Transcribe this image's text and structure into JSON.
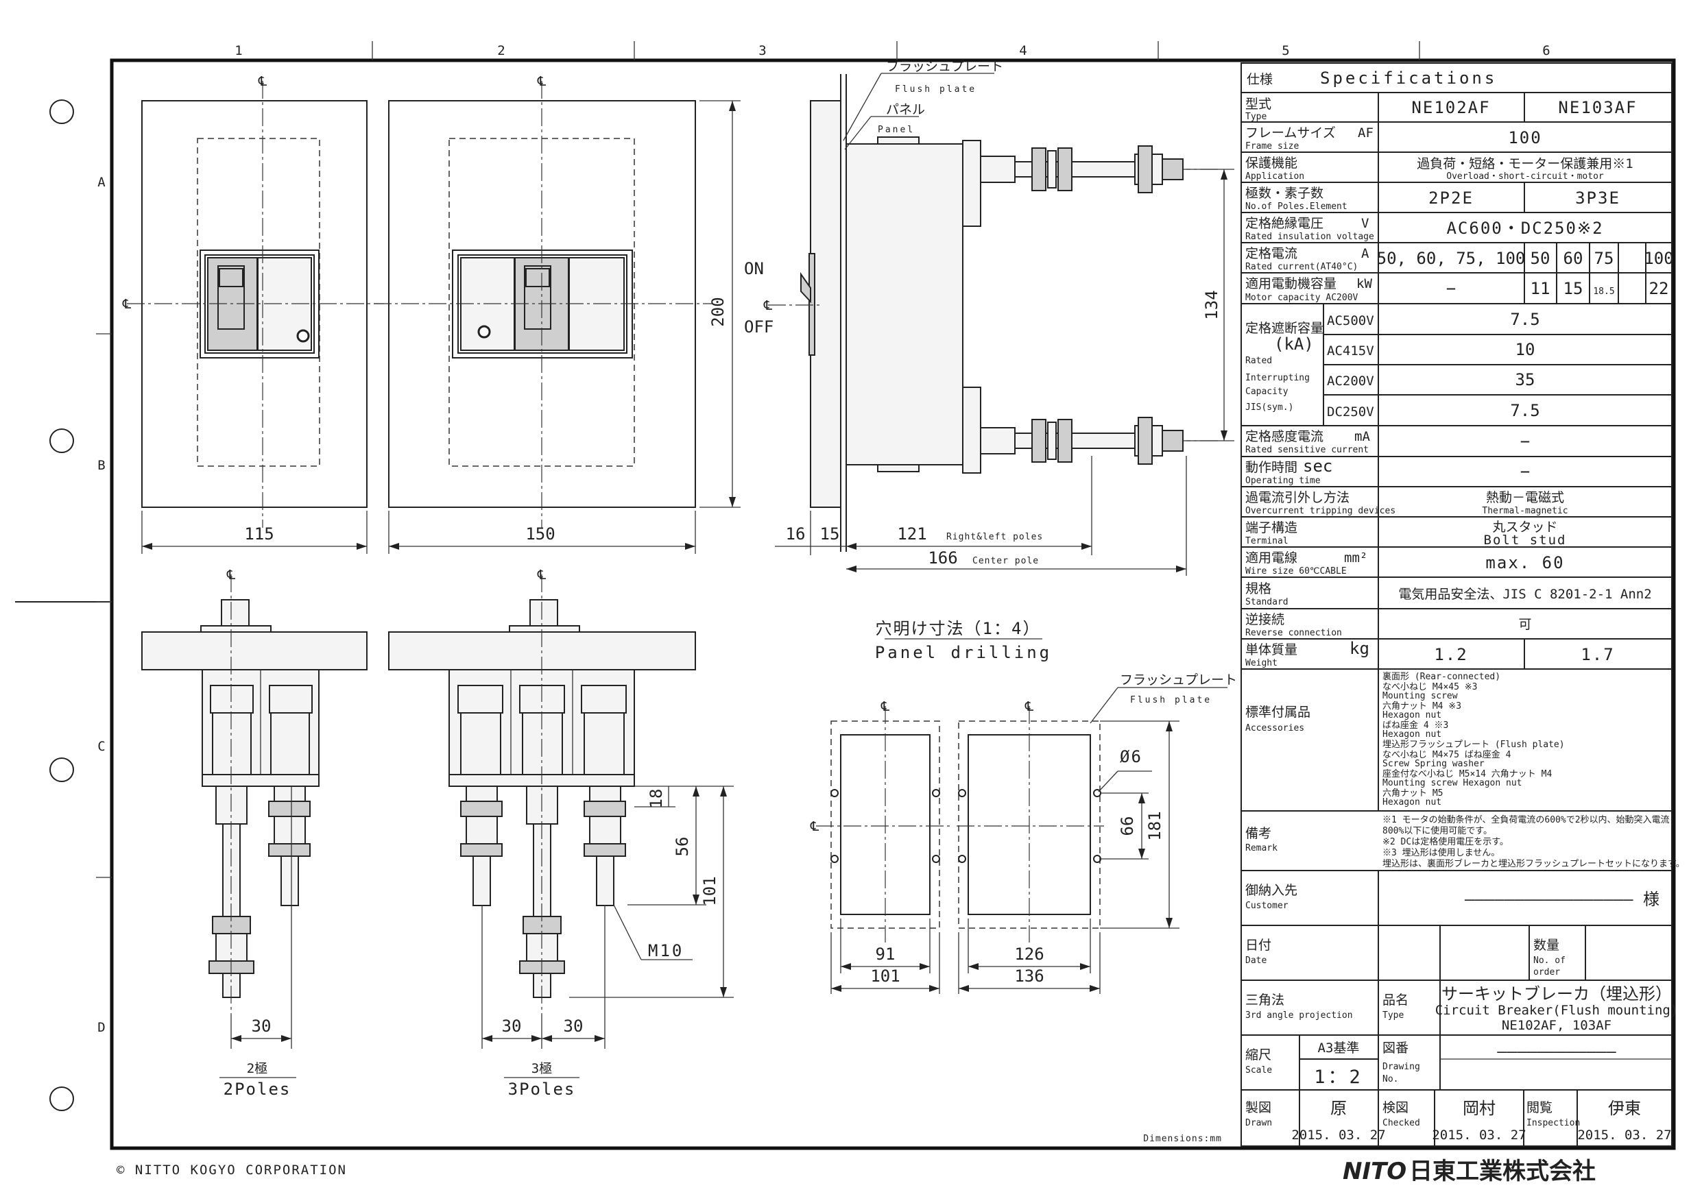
{
  "grid": {
    "columns": [
      "1",
      "2",
      "3",
      "4",
      "5",
      "6"
    ],
    "rows": [
      "A",
      "B",
      "C",
      "D"
    ]
  },
  "symbols": {
    "centerline": "℄"
  },
  "front_views": {
    "two_pole_width": "115",
    "three_pole_width": "150",
    "height": "200"
  },
  "side_view": {
    "flush_plate_jp": "フラッシュプレート",
    "flush_plate_en": "Flush plate",
    "panel_jp": "パネル",
    "panel_en": "Panel",
    "on_label": "ON",
    "off_label": "OFF",
    "stud_pitch": "134",
    "dim_16": "16",
    "dim_15": "15",
    "dim_121": "121",
    "dim_121_note": "Right&left poles",
    "dim_166": "166",
    "dim_166_note": "Center pole"
  },
  "bottom_views": {
    "dim_18": "18",
    "dim_56": "56",
    "dim_101": "101",
    "dim_30_a": "30",
    "dim_30_b": "30",
    "dim_30_c": "30",
    "thread": "M10",
    "two_poles_jp": "2極",
    "two_poles_en": "2Poles",
    "three_poles_jp": "3極",
    "three_poles_en": "3Poles"
  },
  "panel_drilling": {
    "title_jp": "穴明け寸法（1：4）",
    "title_en": "Panel drilling",
    "flush_plate_jp": "フラッシュプレート",
    "flush_plate_en": "Flush plate",
    "hole_dia": "Ø6",
    "dim_66": "66",
    "dim_181": "181",
    "dim_91": "91",
    "dim_101": "101",
    "dim_126": "126",
    "dim_136": "136"
  },
  "dimensions_note": "Dimensions:mm",
  "copyright": "© NITTO KOGYO CORPORATION",
  "logo_mark": "NITO",
  "logo_name": "日東工業株式会社",
  "spec_table": {
    "header_jp": "仕様",
    "header_en": "Specifications",
    "rows": [
      {
        "jp": "型式",
        "en": "Type",
        "unit": "",
        "values": [
          "NE102AF",
          "NE103AF"
        ]
      },
      {
        "jp": "フレームサイズ",
        "en": "Frame size",
        "unit": "AF",
        "values": [
          "100"
        ]
      },
      {
        "jp": "保護機能",
        "en": "Application",
        "unit": "",
        "values": [
          "過負荷・短絡・モーター保護兼用※1"
        ],
        "sub": "Overload・short-circuit・motor"
      },
      {
        "jp": "極数・素子数",
        "en": "No.of Poles.Element",
        "unit": "",
        "values": [
          "2P2E",
          "3P3E"
        ]
      },
      {
        "jp": "定格絶縁電圧",
        "en": "Rated insulation voltage",
        "unit": "V",
        "values": [
          "AC600・DC250※2"
        ]
      },
      {
        "jp": "定格電流",
        "en": "Rated current(AT40°C)",
        "unit": "A",
        "values": [
          "50, 60, 75, 100",
          "50",
          "60",
          "75",
          "100"
        ]
      },
      {
        "jp": "適用電動機容量",
        "en": "Motor capacity AC200V",
        "unit": "kW",
        "values": [
          "−",
          "11",
          "15",
          "18.5",
          "22"
        ]
      }
    ],
    "interrupting": {
      "jp": "定格遮断容量",
      "unit": "(kA)",
      "en_lines": [
        "Rated",
        "Interrupting",
        "Capacity",
        "JIS(sym.)"
      ],
      "rows": [
        {
          "voltage": "AC500V",
          "value": "7.5"
        },
        {
          "voltage": "AC415V",
          "value": "10"
        },
        {
          "voltage": "AC200V",
          "value": "35"
        },
        {
          "voltage": "DC250V",
          "value": "7.5"
        }
      ]
    },
    "rows2": [
      {
        "jp": "定格感度電流",
        "en": "Rated sensitive current",
        "unit": "mA",
        "value": "−"
      },
      {
        "jp": "動作時間",
        "en": "Operating time",
        "unit": "sec",
        "value": "−"
      },
      {
        "jp": "過電流引外し方法",
        "en": "Overcurrent tripping devices",
        "unit": "",
        "value": "熱動－電磁式",
        "sub": "Thermal-magnetic"
      },
      {
        "jp": "端子構造",
        "en": "Terminal",
        "unit": "",
        "value": "丸スタッド",
        "sub": "Bolt stud"
      },
      {
        "jp": "適用電線",
        "en": "Wire size  60℃CABLE",
        "unit": "mm²",
        "value": "max. 60"
      },
      {
        "jp": "規格",
        "en": "Standard",
        "unit": "",
        "value": "電気用品安全法、JIS C 8201-2-1 Ann2"
      },
      {
        "jp": "逆接続",
        "en": "Reverse connection",
        "unit": "",
        "value": "可"
      }
    ],
    "weight": {
      "jp": "単体質量",
      "en": "Weight",
      "unit": "kg",
      "values": [
        "1.2",
        "1.7"
      ]
    },
    "accessories": {
      "jp": "標準付属品",
      "en": "Accessories",
      "lines": [
        "裏面形 (Rear-connected)",
        "なべ小ねじ M4×45  ※3",
        "Mounting screw",
        "六角ナット M4     ※3",
        "Hexagon nut",
        "ばね座金 4        ※3",
        "Hexagon nut",
        "埋込形フラッシュプレート (Flush plate)",
        "なべ小ねじ M4×75      ばね座金 4",
        "Screw                 Spring washer",
        "座金付なべ小ねじ M5×14  六角ナット M4",
        "Mounting screw        Hexagon nut",
        "六角ナット M5",
        "Hexagon nut"
      ]
    },
    "remarks": {
      "jp": "備考",
      "en": "Remark",
      "lines": [
        "※1 モータの始動条件が、全負荷電流の600%で2秒以内、始動突入電流",
        "    800%以下に使用可能です。",
        "※2 DCは定格使用電圧を示す。",
        "※3 埋込形は使用しません。",
        "    埋込形は、裏面形ブレーカと埋込形フラッシュプレートセットになります。"
      ]
    }
  },
  "title_block": {
    "customer_jp": "御納入先",
    "customer_en": "Customer",
    "customer_value": "――――――――――――――――― 様",
    "date_jp": "日付",
    "date_en": "Date",
    "qty_jp": "数量",
    "qty_en1": "No. of",
    "qty_en2": "order",
    "projection_jp": "三角法",
    "projection_en": "3rd angle projection",
    "name_jp": "品名",
    "name_en": "Type",
    "product_jp": "サーキットブレーカ（埋込形）",
    "product_en": "Circuit Breaker(Flush mounting)",
    "product_models": "NE102AF, 103AF",
    "scale_jp": "縮尺",
    "scale_en": "Scale",
    "paper": "A3基準",
    "scale_value": "1：2",
    "drawing_no_jp": "図番",
    "drawing_no_en1": "Drawing",
    "drawing_no_en2": "No.",
    "drawing_no_value": "――――――――――――",
    "drawn_jp": "製図",
    "drawn_en": "Drawn",
    "drawn_name": "原",
    "drawn_date": "2015. 03. 27",
    "checked_jp": "検図",
    "checked_en": "Checked",
    "checked_name": "岡村",
    "checked_date": "2015. 03. 27",
    "inspection_jp": "閲覧",
    "inspection_en": "Inspection",
    "inspection_name": "伊東",
    "inspection_date": "2015. 03. 27"
  }
}
